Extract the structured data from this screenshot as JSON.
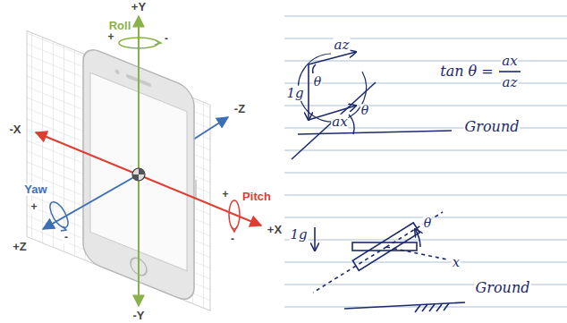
{
  "diagram": {
    "labels": [
      "+Y",
      "Roll",
      "+",
      "-",
      "-Z",
      "-X",
      "Yaw",
      "+",
      "-",
      "+Z",
      "Pitch",
      "+",
      "-",
      "+X",
      "-Y",
      "1g",
      "θ",
      "az",
      "ax",
      "θ",
      "tan θ =",
      "ax",
      "az",
      "Ground",
      "1g",
      "θ",
      "x",
      "Ground"
    ]
  }
}
